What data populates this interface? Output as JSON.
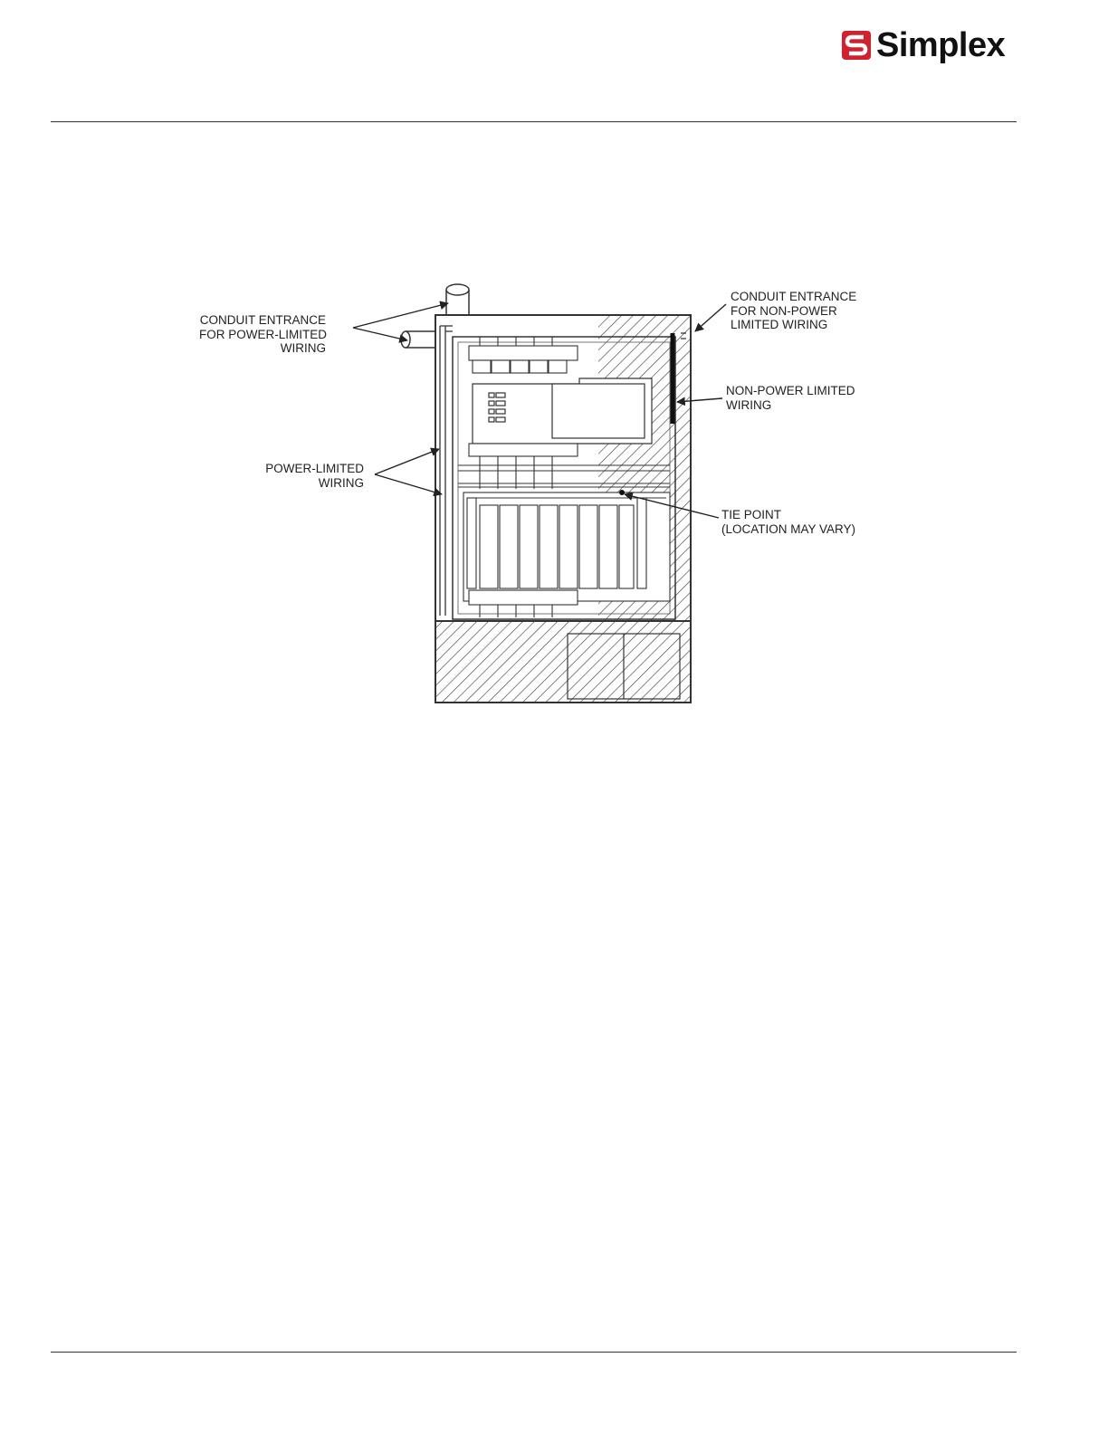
{
  "header": {
    "logo_text": "Simplex",
    "logo_color": "#d2202f"
  },
  "figure": {
    "labels": {
      "conduit_power_limited": "CONDUIT ENTRANCE\nFOR POWER-LIMITED\nWIRING",
      "conduit_non_power": "CONDUIT ENTRANCE\nFOR NON-POWER\nLIMITED WIRING",
      "non_power_limited_wiring": "NON-POWER LIMITED\nWIRING",
      "power_limited_wiring": "POWER-LIMITED\nWIRING",
      "tie_point": "TIE POINT\n(LOCATION MAY VARY)"
    }
  }
}
